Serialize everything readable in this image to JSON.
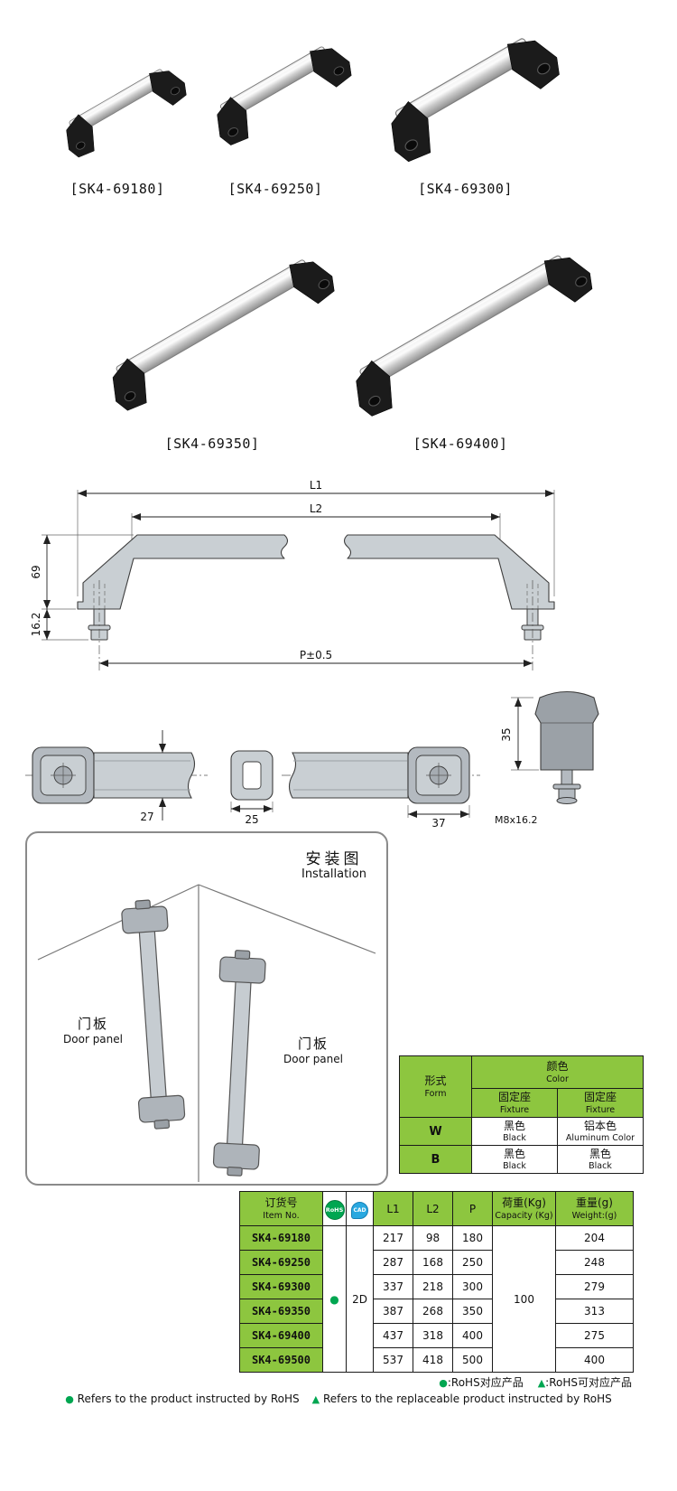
{
  "colors": {
    "table_green": "#8dc63f",
    "accent_green": "#00a651",
    "cad_blue": "#29a8e0"
  },
  "products": {
    "row1": [
      {
        "label": "[SK4-69180]"
      },
      {
        "label": "[SK4-69250]"
      },
      {
        "label": "[SK4-69300]"
      }
    ],
    "row2": [
      {
        "label": "[SK4-69350]"
      },
      {
        "label": "[SK4-69400]"
      }
    ]
  },
  "side_view": {
    "l1": "L1",
    "l2": "L2",
    "height": "69",
    "foot": "16.2",
    "pitch": "P±0.5"
  },
  "top_view": {
    "bar_width": "27",
    "section_width": "25",
    "flange_width": "37",
    "fixture_height": "35",
    "thread": "M8x16.2"
  },
  "installation": {
    "title_cn": "安装图",
    "title_en": "Installation",
    "panels": [
      {
        "cn": "门板",
        "en": "Door panel"
      },
      {
        "cn": "门板",
        "en": "Door panel"
      }
    ]
  },
  "color_table": {
    "form_cn": "形式",
    "form_en": "Form",
    "color_cn": "颜色",
    "color_en": "Color",
    "fixture_a_cn": "固定座",
    "fixture_a_en": "Fixture",
    "fixture_b_cn": "固定座",
    "fixture_b_en": "Fixture",
    "rows": [
      {
        "form": "W",
        "a_cn": "黑色",
        "a_en": "Black",
        "b_cn": "铝本色",
        "b_en": "Aluminum Color"
      },
      {
        "form": "B",
        "a_cn": "黑色",
        "a_en": "Black",
        "b_cn": "黑色",
        "b_en": "Black"
      }
    ]
  },
  "spec_table": {
    "item_cn": "订货号",
    "item_en": "Item No.",
    "rohs_badge": "RoHS",
    "cad_badge": "CAD",
    "col_l1": "L1",
    "col_l2": "L2",
    "col_p": "P",
    "capacity_cn": "荷重(Kg)",
    "capacity_en": "Capacity (Kg)",
    "weight_cn": "重量(g)",
    "weight_en": "Weight:(g)",
    "dot": "●",
    "dim_type": "2D",
    "capacity": "100",
    "rows": [
      {
        "item": "SK4-69180",
        "l1": "217",
        "l2": "98",
        "p": "180",
        "wt": "204"
      },
      {
        "item": "SK4-69250",
        "l1": "287",
        "l2": "168",
        "p": "250",
        "wt": "248"
      },
      {
        "item": "SK4-69300",
        "l1": "337",
        "l2": "218",
        "p": "300",
        "wt": "279"
      },
      {
        "item": "SK4-69350",
        "l1": "387",
        "l2": "268",
        "p": "350",
        "wt": "313"
      },
      {
        "item": "SK4-69400",
        "l1": "437",
        "l2": "318",
        "p": "400",
        "wt": "275"
      },
      {
        "item": "SK4-69500",
        "l1": "537",
        "l2": "418",
        "p": "500",
        "wt": "400"
      }
    ]
  },
  "notes": {
    "dot": "●",
    "tri": "▲",
    "cn_dot": ":RoHS对应产品",
    "cn_tri": ":RoHS可对应产品",
    "en_dot": "Refers to the product instructed by RoHS",
    "en_tri": "Refers to the replaceable product instructed by RoHS"
  }
}
